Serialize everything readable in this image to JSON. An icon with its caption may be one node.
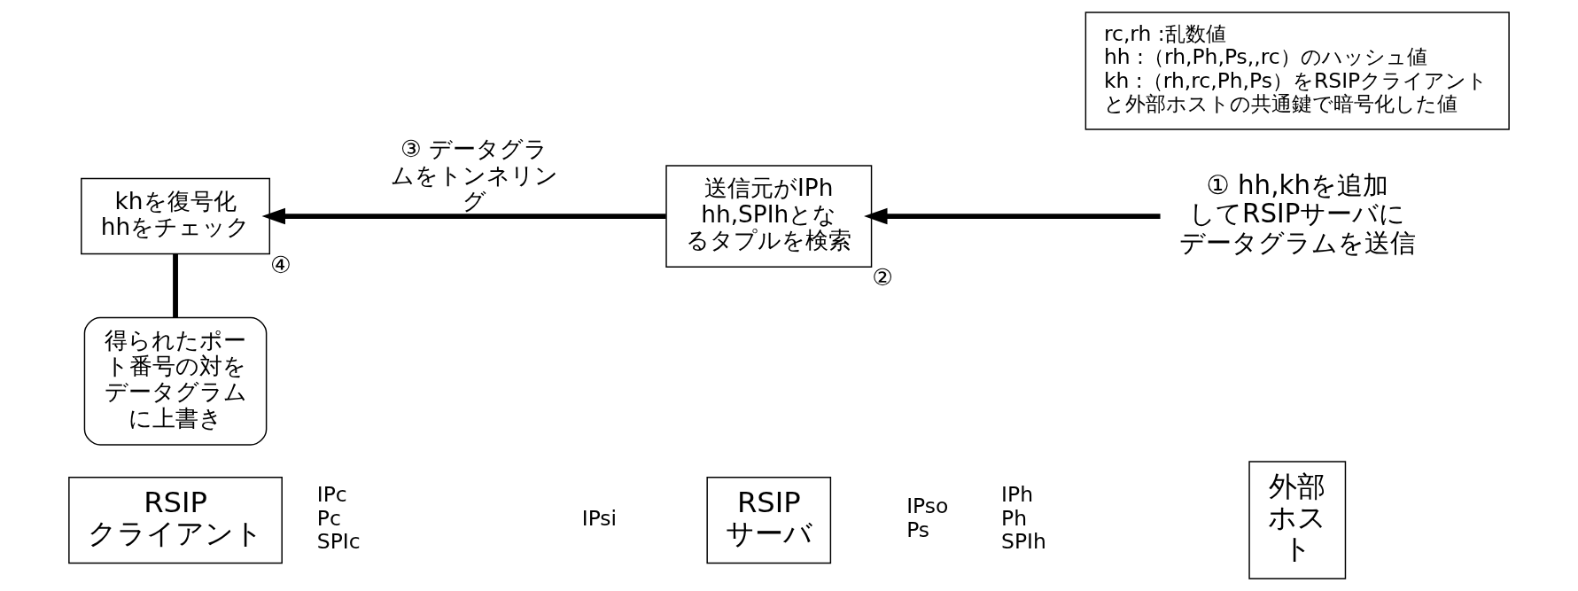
{
  "diagram": {
    "nodes": [
      {
        "text": [
          "RSIPクライアント"
        ]
      },
      {
        "text": [
          "RSIPサーバ"
        ]
      },
      {
        "text": [
          "外部ホスト"
        ]
      },
      {
        "text": [
          "khを復号化hhをチェック"
        ],
        "beside": [
          "④"
        ]
      },
      {
        "text": [
          "送信元がIPh hh,SPIhとなるタプルを検索"
        ],
        "beside": [
          "②"
        ]
      },
      {
        "text": [
          "① hh,khを追加してRSIPサーバにデータグラムを送信"
        ]
      },
      {
        "text": [
          "得られたポート番号の対をデータグラムに上書き"
        ]
      },
      {
        "text": [
          "rc,rh :乱数値",
          "hh :（rh,Ph,Ps,,rc）のハッシュ値",
          "kh :（rh,rc,Ph,Ps）をRSIPクライアントと外部ホストの共通鍵で暗号化した値"
        ]
      }
    ],
    "edges": [
      {
        "from": 5,
        "to": 4,
        "arrow": "to"
      },
      {
        "from": 4,
        "to": 3,
        "arrow": "to",
        "label": "③ データグラムをトンネリング"
      },
      {
        "from": 6,
        "to": 3,
        "arrow": "none"
      }
    ],
    "labels": [
      "IPc",
      "Pc",
      "SPIc",
      "IPsi",
      "IPso",
      "Ps",
      "IPh",
      "Ph",
      "SPIh"
    ]
  }
}
